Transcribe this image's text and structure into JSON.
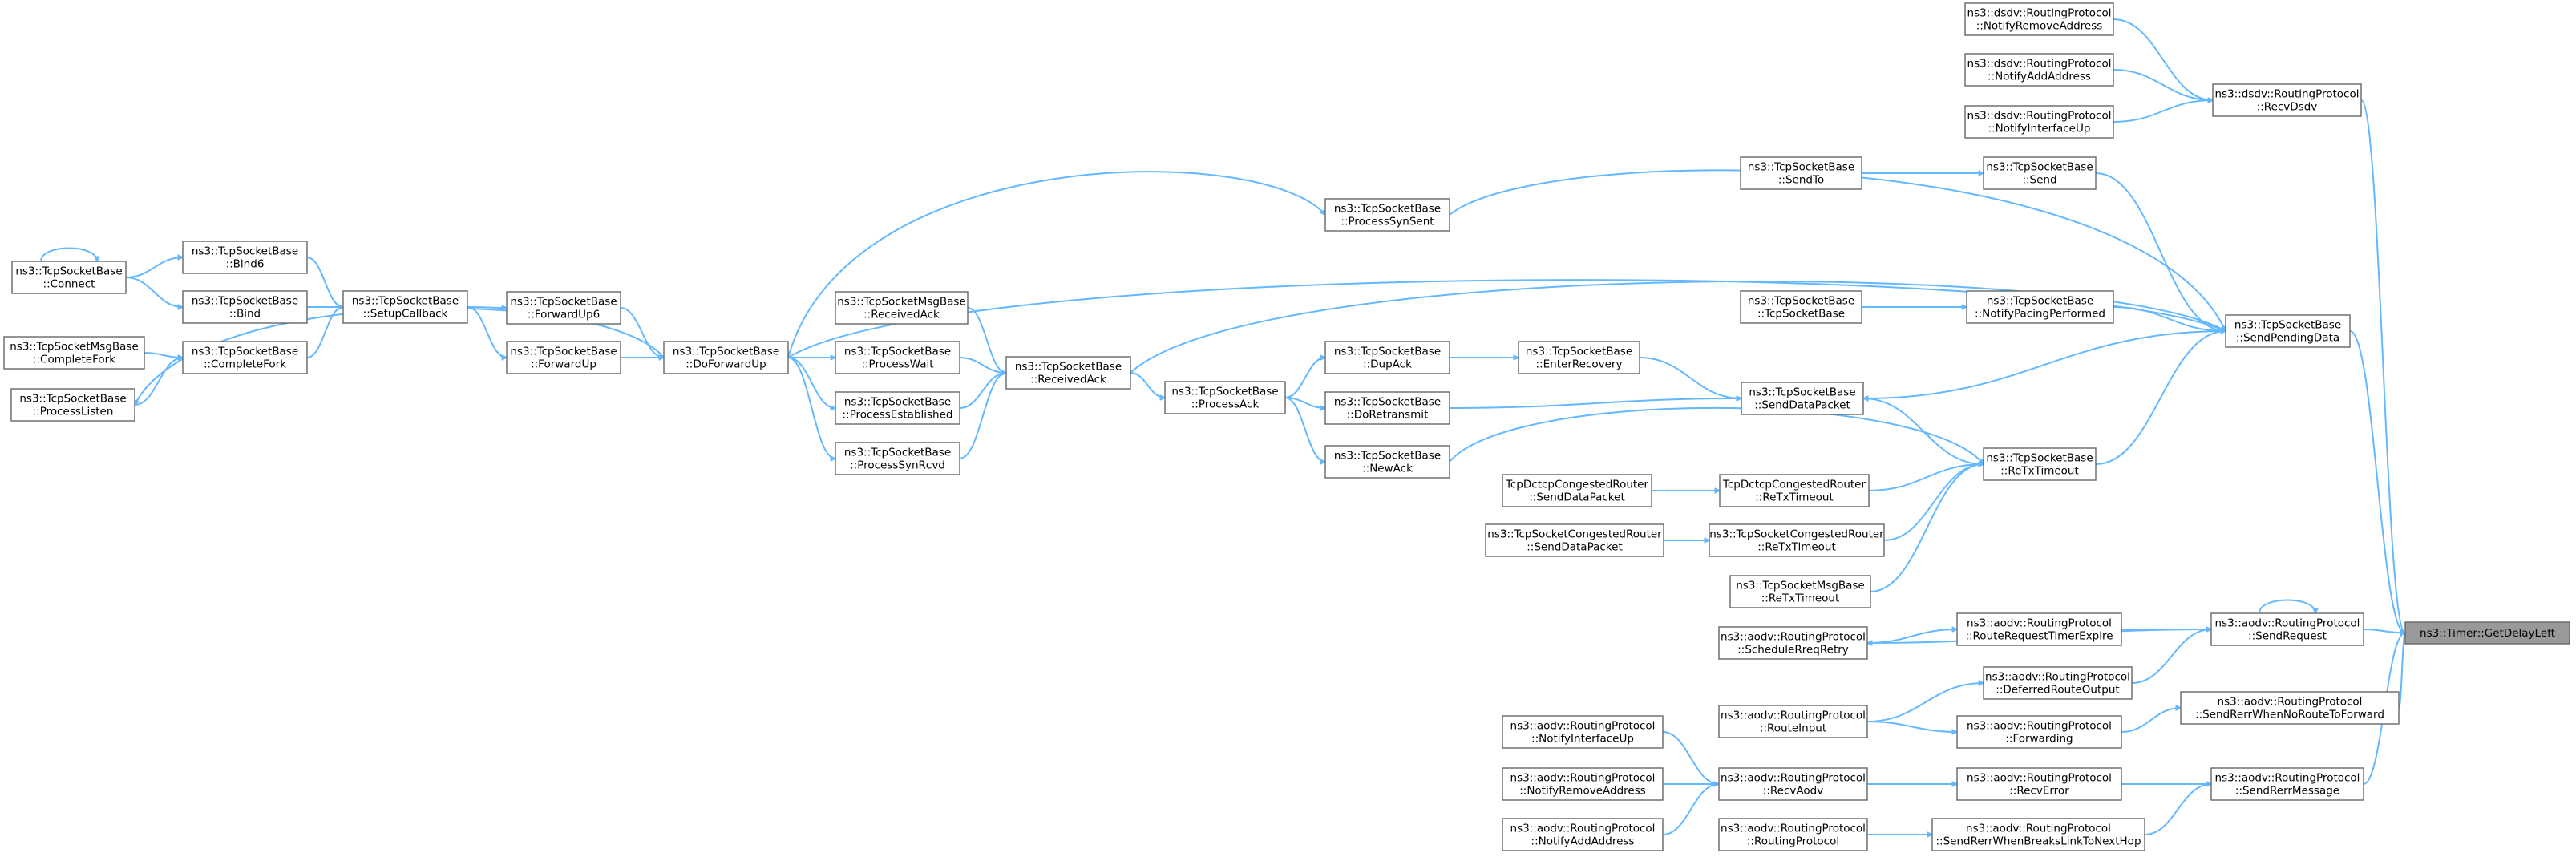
{
  "diagram": {
    "type": "doxygen-caller-graph",
    "edge_color": "#63b8ff",
    "node_border_color": "#666666",
    "root_fill_color": "#999999",
    "nodes": [
      {
        "id": "root",
        "lines": [
          "ns3::Timer::GetDelayLeft"
        ],
        "root": true
      },
      {
        "id": "dsdv_recv",
        "lines": [
          "ns3::dsdv::RoutingProtocol",
          "::RecvDsdv"
        ]
      },
      {
        "id": "dsdv_notrem",
        "lines": [
          "ns3::dsdv::RoutingProtocol",
          "::NotifyRemoveAddress"
        ]
      },
      {
        "id": "dsdv_notadd",
        "lines": [
          "ns3::dsdv::RoutingProtocol",
          "::NotifyAddAddress"
        ]
      },
      {
        "id": "dsdv_notif",
        "lines": [
          "ns3::dsdv::RoutingProtocol",
          "::NotifyInterfaceUp"
        ]
      },
      {
        "id": "tcp_sendpd",
        "lines": [
          "ns3::TcpSocketBase",
          "::SendPendingData"
        ]
      },
      {
        "id": "tcp_send",
        "lines": [
          "ns3::TcpSocketBase",
          "::Send"
        ]
      },
      {
        "id": "tcp_sendto",
        "lines": [
          "ns3::TcpSocketBase",
          "::SendTo"
        ]
      },
      {
        "id": "tcp_nppp",
        "lines": [
          "ns3::TcpSocketBase",
          "::NotifyPacingPerformed"
        ]
      },
      {
        "id": "tcp_ctor",
        "lines": [
          "ns3::TcpSocketBase",
          "::TcpSocketBase"
        ]
      },
      {
        "id": "tcp_psynsent",
        "lines": [
          "ns3::TcpSocketBase",
          "::ProcessSynSent"
        ]
      },
      {
        "id": "tcp_senddp",
        "lines": [
          "ns3::TcpSocketBase",
          "::SendDataPacket"
        ]
      },
      {
        "id": "tcp_retx",
        "lines": [
          "ns3::TcpSocketBase",
          "::ReTxTimeout"
        ]
      },
      {
        "id": "tcp_enterrec",
        "lines": [
          "ns3::TcpSocketBase",
          "::EnterRecovery"
        ]
      },
      {
        "id": "tcp_dupack",
        "lines": [
          "ns3::TcpSocketBase",
          "::DupAck"
        ]
      },
      {
        "id": "tcp_doretx",
        "lines": [
          "ns3::TcpSocketBase",
          "::DoRetransmit"
        ]
      },
      {
        "id": "tcp_newack",
        "lines": [
          "ns3::TcpSocketBase",
          "::NewAck"
        ]
      },
      {
        "id": "tcp_pack",
        "lines": [
          "ns3::TcpSocketBase",
          "::ProcessAck"
        ]
      },
      {
        "id": "tcp_recvack",
        "lines": [
          "ns3::TcpSocketBase",
          "::ReceivedAck"
        ]
      },
      {
        "id": "msg_recvack",
        "lines": [
          "ns3::TcpSocketMsgBase",
          "::ReceivedAck"
        ]
      },
      {
        "id": "tcp_pwait",
        "lines": [
          "ns3::TcpSocketBase",
          "::ProcessWait"
        ]
      },
      {
        "id": "tcp_pest",
        "lines": [
          "ns3::TcpSocketBase",
          "::ProcessEstablished"
        ]
      },
      {
        "id": "tcp_psynrcvd",
        "lines": [
          "ns3::TcpSocketBase",
          "::ProcessSynRcvd"
        ]
      },
      {
        "id": "tcp_dofwd",
        "lines": [
          "ns3::TcpSocketBase",
          "::DoForwardUp"
        ]
      },
      {
        "id": "tcp_fwd6",
        "lines": [
          "ns3::TcpSocketBase",
          "::ForwardUp6"
        ]
      },
      {
        "id": "tcp_fwd",
        "lines": [
          "ns3::TcpSocketBase",
          "::ForwardUp"
        ]
      },
      {
        "id": "tcp_setupcb",
        "lines": [
          "ns3::TcpSocketBase",
          "::SetupCallback"
        ]
      },
      {
        "id": "tcp_bind6",
        "lines": [
          "ns3::TcpSocketBase",
          "::Bind6"
        ]
      },
      {
        "id": "tcp_bind",
        "lines": [
          "ns3::TcpSocketBase",
          "::Bind"
        ]
      },
      {
        "id": "tcp_cfork",
        "lines": [
          "ns3::TcpSocketBase",
          "::CompleteFork"
        ]
      },
      {
        "id": "tcp_connect",
        "lines": [
          "ns3::TcpSocketBase",
          "::Connect"
        ]
      },
      {
        "id": "msg_cfork",
        "lines": [
          "ns3::TcpSocketMsgBase",
          "::CompleteFork"
        ]
      },
      {
        "id": "tcp_plisten",
        "lines": [
          "ns3::TcpSocketBase",
          "::ProcessListen"
        ]
      },
      {
        "id": "dctcp_retx",
        "lines": [
          "TcpDctcpCongestedRouter",
          "::ReTxTimeout"
        ]
      },
      {
        "id": "dctcp_senddp",
        "lines": [
          "TcpDctcpCongestedRouter",
          "::SendDataPacket"
        ]
      },
      {
        "id": "cong_retx",
        "lines": [
          "ns3::TcpSocketCongestedRouter",
          "::ReTxTimeout"
        ]
      },
      {
        "id": "cong_senddp",
        "lines": [
          "ns3::TcpSocketCongestedRouter",
          "::SendDataPacket"
        ]
      },
      {
        "id": "msg_retx",
        "lines": [
          "ns3::TcpSocketMsgBase",
          "::ReTxTimeout"
        ]
      },
      {
        "id": "aodv_sendreq",
        "lines": [
          "ns3::aodv::RoutingProtocol",
          "::SendRequest"
        ]
      },
      {
        "id": "aodv_rrte",
        "lines": [
          "ns3::aodv::RoutingProtocol",
          "::RouteRequestTimerExpire"
        ]
      },
      {
        "id": "aodv_schedrr",
        "lines": [
          "ns3::aodv::RoutingProtocol",
          "::ScheduleRreqRetry"
        ]
      },
      {
        "id": "aodv_dro",
        "lines": [
          "ns3::aodv::RoutingProtocol",
          "::DeferredRouteOutput"
        ]
      },
      {
        "id": "aodv_srwnrtf",
        "lines": [
          "ns3::aodv::RoutingProtocol",
          "::SendRerrWhenNoRouteToForward"
        ]
      },
      {
        "id": "aodv_routeinput",
        "lines": [
          "ns3::aodv::RoutingProtocol",
          "::RouteInput"
        ]
      },
      {
        "id": "aodv_fwding",
        "lines": [
          "ns3::aodv::RoutingProtocol",
          "::Forwarding"
        ]
      },
      {
        "id": "aodv_srerrmsg",
        "lines": [
          "ns3::aodv::RoutingProtocol",
          "::SendRerrMessage"
        ]
      },
      {
        "id": "aodv_recverr",
        "lines": [
          "ns3::aodv::RoutingProtocol",
          "::RecvError"
        ]
      },
      {
        "id": "aodv_recvaodv",
        "lines": [
          "ns3::aodv::RoutingProtocol",
          "::RecvAodv"
        ]
      },
      {
        "id": "aodv_notif",
        "lines": [
          "ns3::aodv::RoutingProtocol",
          "::NotifyInterfaceUp"
        ]
      },
      {
        "id": "aodv_notrem",
        "lines": [
          "ns3::aodv::RoutingProtocol",
          "::NotifyRemoveAddress"
        ]
      },
      {
        "id": "aodv_notadd",
        "lines": [
          "ns3::aodv::RoutingProtocol",
          "::NotifyAddAddress"
        ]
      },
      {
        "id": "aodv_srwbl",
        "lines": [
          "ns3::aodv::RoutingProtocol",
          "::SendRerrWhenBreaksLinkToNextHop"
        ]
      },
      {
        "id": "aodv_ctor",
        "lines": [
          "ns3::aodv::RoutingProtocol",
          "::RoutingProtocol"
        ]
      }
    ],
    "edges": [
      [
        "dsdv_recv",
        "root"
      ],
      [
        "tcp_sendpd",
        "root"
      ],
      [
        "aodv_sendreq",
        "root"
      ],
      [
        "aodv_srwnrtf",
        "root"
      ],
      [
        "aodv_srerrmsg",
        "root"
      ],
      [
        "dsdv_notrem",
        "dsdv_recv"
      ],
      [
        "dsdv_notadd",
        "dsdv_recv"
      ],
      [
        "dsdv_notif",
        "dsdv_recv"
      ],
      [
        "tcp_send",
        "tcp_sendpd"
      ],
      [
        "tcp_sendto",
        "tcp_send"
      ],
      [
        "tcp_psynsent",
        "tcp_sendpd"
      ],
      [
        "tcp_dofwd",
        "tcp_sendpd"
      ],
      [
        "tcp_nppp",
        "tcp_sendpd"
      ],
      [
        "tcp_ctor",
        "tcp_nppp"
      ],
      [
        "tcp_recvack",
        "tcp_sendpd"
      ],
      [
        "tcp_retx",
        "tcp_sendpd"
      ],
      [
        "tcp_sendpd",
        "tcp_senddp"
      ],
      [
        "tcp_senddp",
        "tcp_retx"
      ],
      [
        "tcp_enterrec",
        "tcp_senddp"
      ],
      [
        "tcp_doretx",
        "tcp_senddp"
      ],
      [
        "tcp_dupack",
        "tcp_enterrec"
      ],
      [
        "tcp_newack",
        "tcp_retx"
      ],
      [
        "dctcp_retx",
        "tcp_retx"
      ],
      [
        "cong_retx",
        "tcp_retx"
      ],
      [
        "msg_retx",
        "tcp_retx"
      ],
      [
        "dctcp_senddp",
        "dctcp_retx"
      ],
      [
        "cong_senddp",
        "cong_retx"
      ],
      [
        "tcp_pack",
        "tcp_dupack"
      ],
      [
        "tcp_pack",
        "tcp_doretx"
      ],
      [
        "tcp_pack",
        "tcp_newack"
      ],
      [
        "tcp_recvack",
        "tcp_pack"
      ],
      [
        "msg_recvack",
        "tcp_recvack"
      ],
      [
        "tcp_pwait",
        "tcp_recvack"
      ],
      [
        "tcp_pest",
        "tcp_recvack"
      ],
      [
        "tcp_psynrcvd",
        "tcp_recvack"
      ],
      [
        "tcp_dofwd",
        "tcp_pwait"
      ],
      [
        "tcp_dofwd",
        "tcp_pest"
      ],
      [
        "tcp_dofwd",
        "tcp_psynrcvd"
      ],
      [
        "tcp_dofwd",
        "tcp_psynsent"
      ],
      [
        "tcp_fwd6",
        "tcp_dofwd"
      ],
      [
        "tcp_fwd",
        "tcp_dofwd"
      ],
      [
        "tcp_dofwd",
        "tcp_plisten"
      ],
      [
        "tcp_setupcb",
        "tcp_fwd6"
      ],
      [
        "tcp_setupcb",
        "tcp_fwd"
      ],
      [
        "tcp_bind6",
        "tcp_setupcb"
      ],
      [
        "tcp_bind",
        "tcp_setupcb"
      ],
      [
        "tcp_cfork",
        "tcp_setupcb"
      ],
      [
        "tcp_connect",
        "tcp_bind6"
      ],
      [
        "tcp_connect",
        "tcp_bind"
      ],
      [
        "tcp_connect",
        "tcp_connect"
      ],
      [
        "msg_cfork",
        "tcp_cfork"
      ],
      [
        "tcp_plisten",
        "tcp_cfork"
      ],
      [
        "aodv_sendreq",
        "aodv_sendreq"
      ],
      [
        "aodv_rrte",
        "aodv_sendreq"
      ],
      [
        "aodv_dro",
        "aodv_sendreq"
      ],
      [
        "aodv_sendreq",
        "aodv_schedrr"
      ],
      [
        "aodv_schedrr",
        "aodv_rrte"
      ],
      [
        "aodv_routeinput",
        "aodv_dro"
      ],
      [
        "aodv_fwding",
        "aodv_srwnrtf"
      ],
      [
        "aodv_routeinput",
        "aodv_fwding"
      ],
      [
        "aodv_recverr",
        "aodv_srerrmsg"
      ],
      [
        "aodv_srwbl",
        "aodv_srerrmsg"
      ],
      [
        "aodv_recvaodv",
        "aodv_recverr"
      ],
      [
        "aodv_notif",
        "aodv_recvaodv"
      ],
      [
        "aodv_notrem",
        "aodv_recvaodv"
      ],
      [
        "aodv_notadd",
        "aodv_recvaodv"
      ],
      [
        "aodv_ctor",
        "aodv_srwbl"
      ]
    ]
  }
}
